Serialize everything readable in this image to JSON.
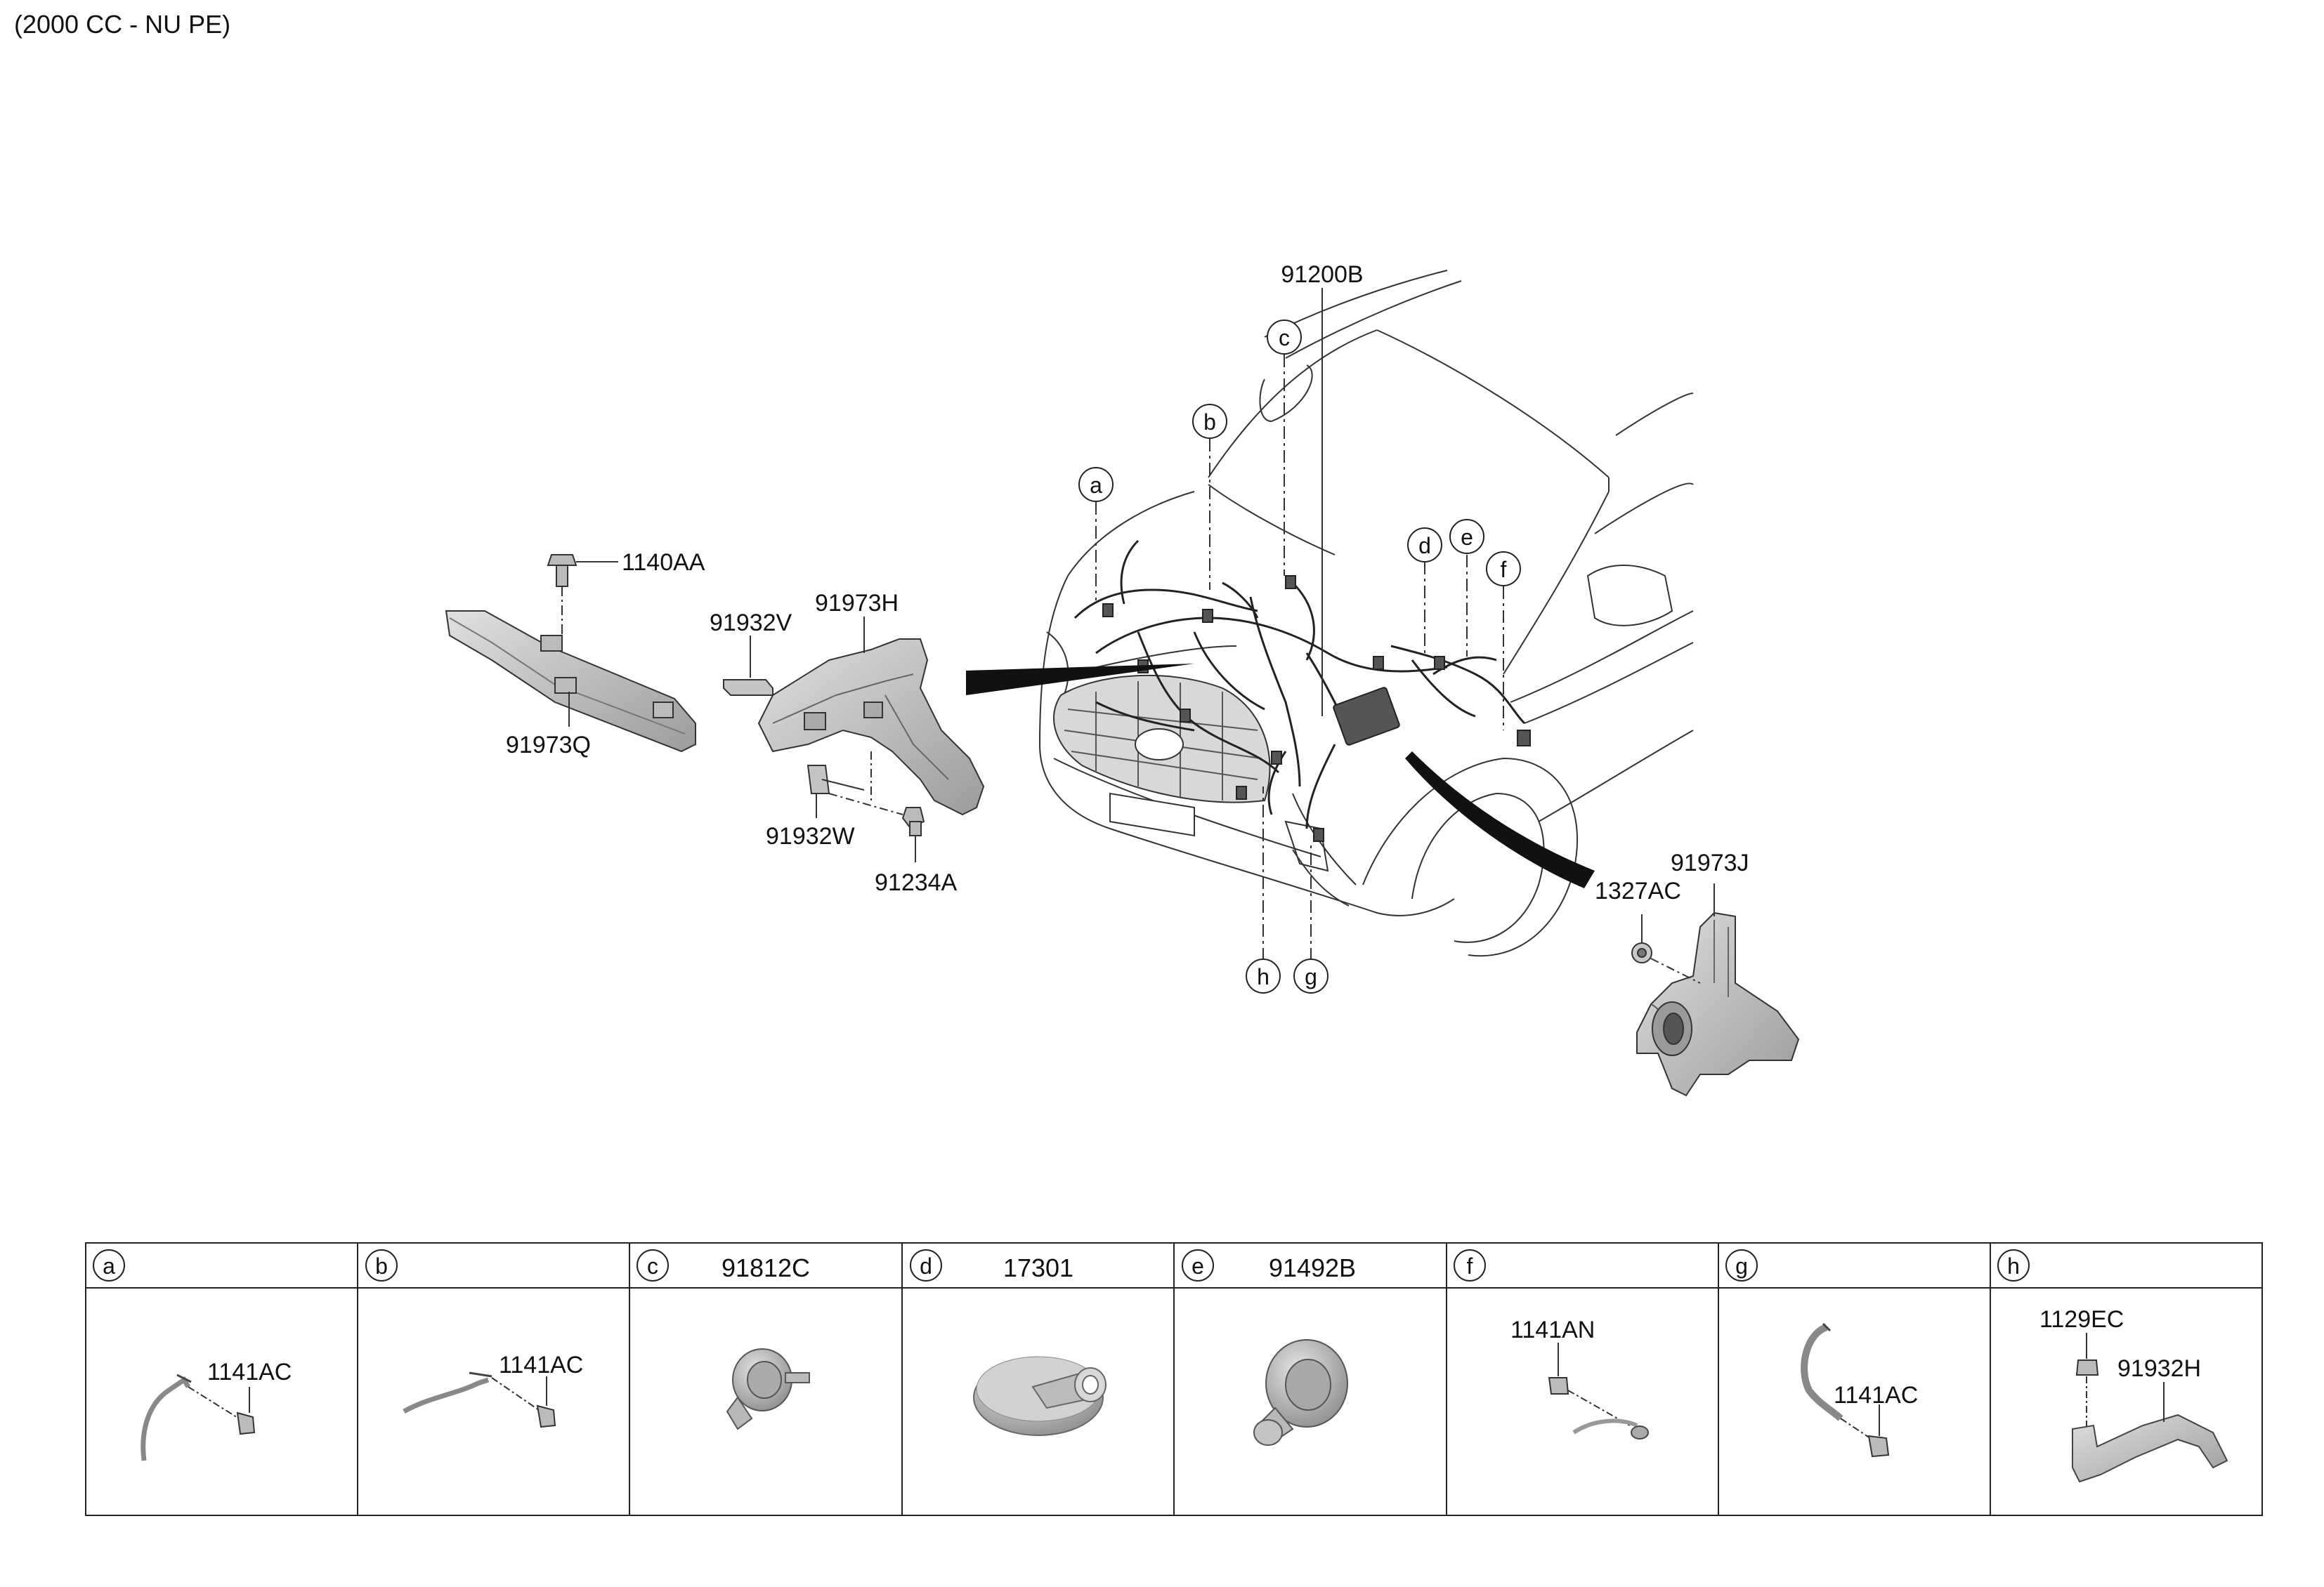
{
  "header": {
    "engine_label": "(2000 CC - NU PE)"
  },
  "main_diagram": {
    "parts": {
      "p91200B": "91200B",
      "p1140AA": "1140AA",
      "p91973Q": "91973Q",
      "p91932V": "91932V",
      "p91973H": "91973H",
      "p91932W": "91932W",
      "p91234A": "91234A",
      "p91973J": "91973J",
      "p1327AC": "1327AC"
    },
    "callouts": {
      "a": "a",
      "b": "b",
      "c": "c",
      "d": "d",
      "e": "e",
      "f": "f",
      "g": "g",
      "h": "h"
    }
  },
  "detail_table": {
    "cells": [
      {
        "letter": "a",
        "header_part": "",
        "parts": [
          "1141AC"
        ]
      },
      {
        "letter": "b",
        "header_part": "",
        "parts": [
          "1141AC"
        ]
      },
      {
        "letter": "c",
        "header_part": "91812C",
        "parts": []
      },
      {
        "letter": "d",
        "header_part": "17301",
        "parts": []
      },
      {
        "letter": "e",
        "header_part": "91492B",
        "parts": []
      },
      {
        "letter": "f",
        "header_part": "",
        "parts": [
          "1141AN"
        ]
      },
      {
        "letter": "g",
        "header_part": "",
        "parts": [
          "1141AC"
        ]
      },
      {
        "letter": "h",
        "header_part": "",
        "parts": [
          "1129EC",
          "91932H"
        ]
      }
    ]
  },
  "colors": {
    "line": "#222222",
    "part_fill": "#c9c9c9",
    "part_shade": "#9a9a9a",
    "background": "#ffffff"
  }
}
